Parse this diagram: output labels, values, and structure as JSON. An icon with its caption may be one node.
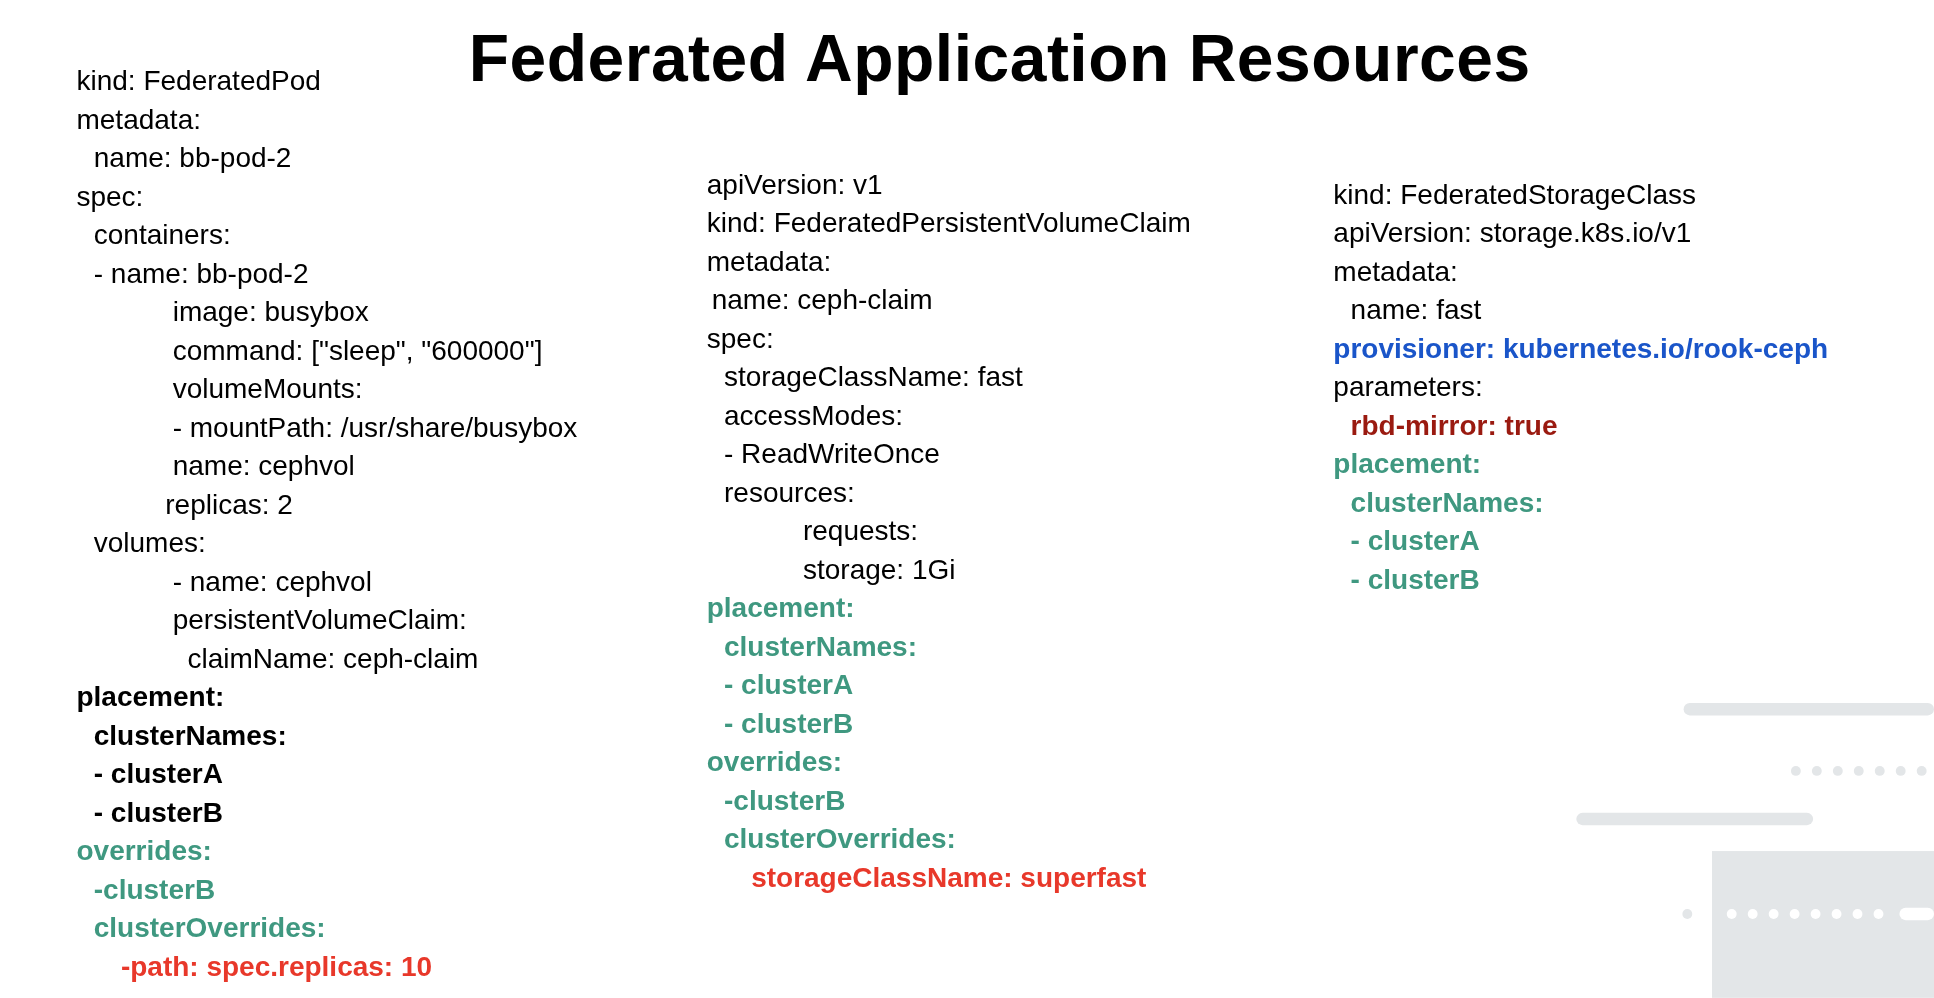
{
  "diagram": {
    "title": "Federated Application Resources",
    "labels": [
      "kind: FederatedPod",
      "metadata:",
      "name: bb-pod-2",
      "spec:",
      "containers:",
      "- name: bb-pod-2",
      "image: busybox",
      "command: [\"sleep\", \"600000\"]",
      "volumeMounts:",
      "- mountPath: /usr/share/busybox",
      "name: cephvol",
      "replicas: 2",
      "volumes:",
      "- name: cephvol",
      "persistentVolumeClaim:",
      "claimName: ceph-claim",
      "placement:",
      "clusterNames:",
      "- clusterA",
      "- clusterB",
      "overrides:",
      "-clusterB",
      "clusterOverrides:",
      "-path: spec.replicas: 10",
      "apiVersion: v1",
      "kind: FederatedPersistentVolumeClaim",
      "metadata:",
      "name: ceph-claim",
      "spec:",
      "storageClassName: fast",
      "accessModes:",
      "- ReadWriteOnce",
      "resources:",
      "requests:",
      "storage: 1Gi",
      "placement:",
      "clusterNames:",
      "- clusterA",
      "- clusterB",
      "overrides:",
      "-clusterB",
      "clusterOverrides:",
      "storageClassName: superfast",
      "kind: FederatedStorageClass",
      "apiVersion: storage.k8s.io/v1",
      "metadata:",
      "name: fast",
      "provisioner: kubernetes.io/rook-ceph",
      "parameters:",
      "rbd-mirror: true",
      "placement:",
      "clusterNames:",
      "- clusterA",
      "- clusterB"
    ]
  }
}
